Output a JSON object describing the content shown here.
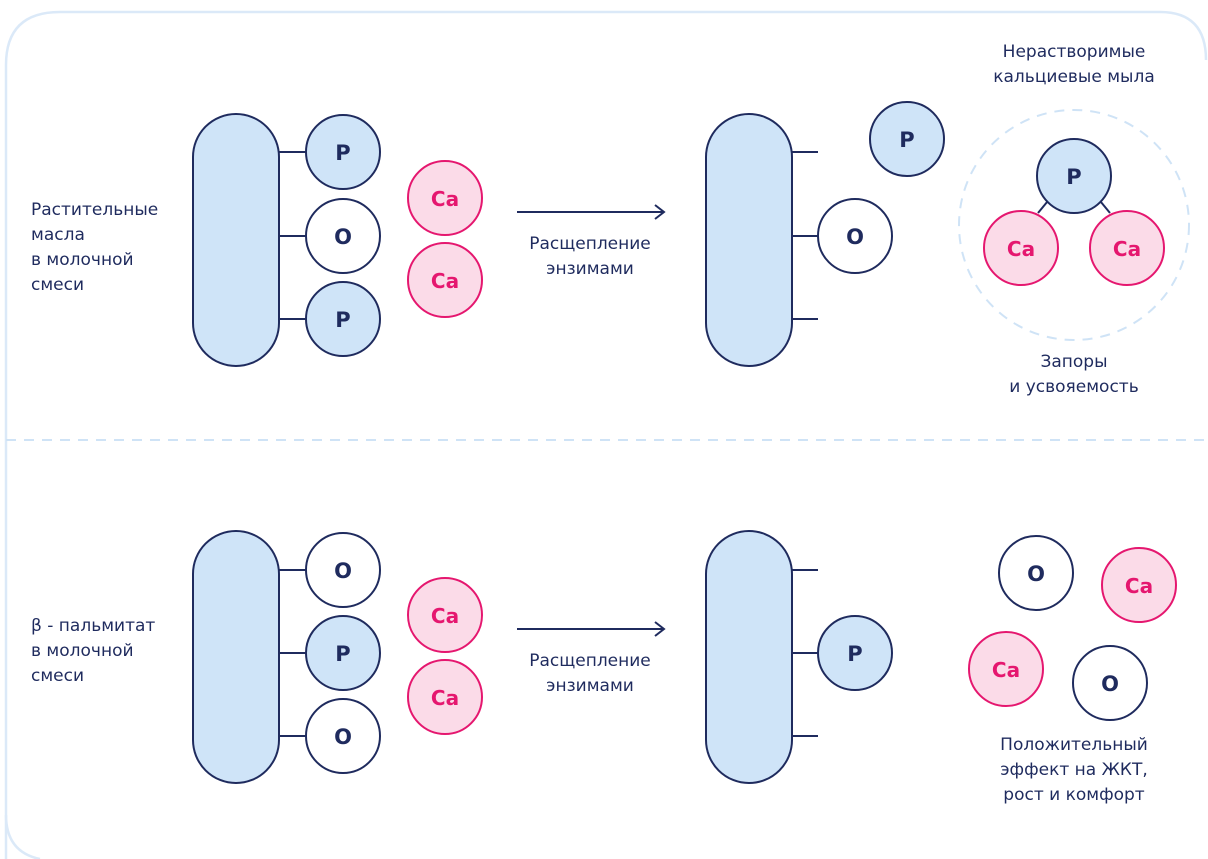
{
  "colors": {
    "border": "#dbe9f8",
    "dash": "#cfe3f6",
    "navy": "#1f2b5e",
    "light_blue": "#cfe4f8",
    "pink_stroke": "#e5176f",
    "pink_fill": "#fbdbe8",
    "white": "#ffffff"
  },
  "labels": {
    "p": "P",
    "o": "O",
    "ca": "Ca"
  },
  "top": {
    "source_label": "Растительные\nмасла\nв молочной\nсмеси",
    "arrow_label": "Расщепление\nэнзимами",
    "result_title": "Нерастворимые\nкальциевые мыла",
    "result_caption": "Запоры\nи усвояемость"
  },
  "bottom": {
    "source_label": "β - пальмитат\nв молочной\nсмеси",
    "arrow_label": "Расщепление\nэнзимами",
    "result_caption": "Положительный\nэффект на ЖКТ,\nрост и комфорт"
  }
}
